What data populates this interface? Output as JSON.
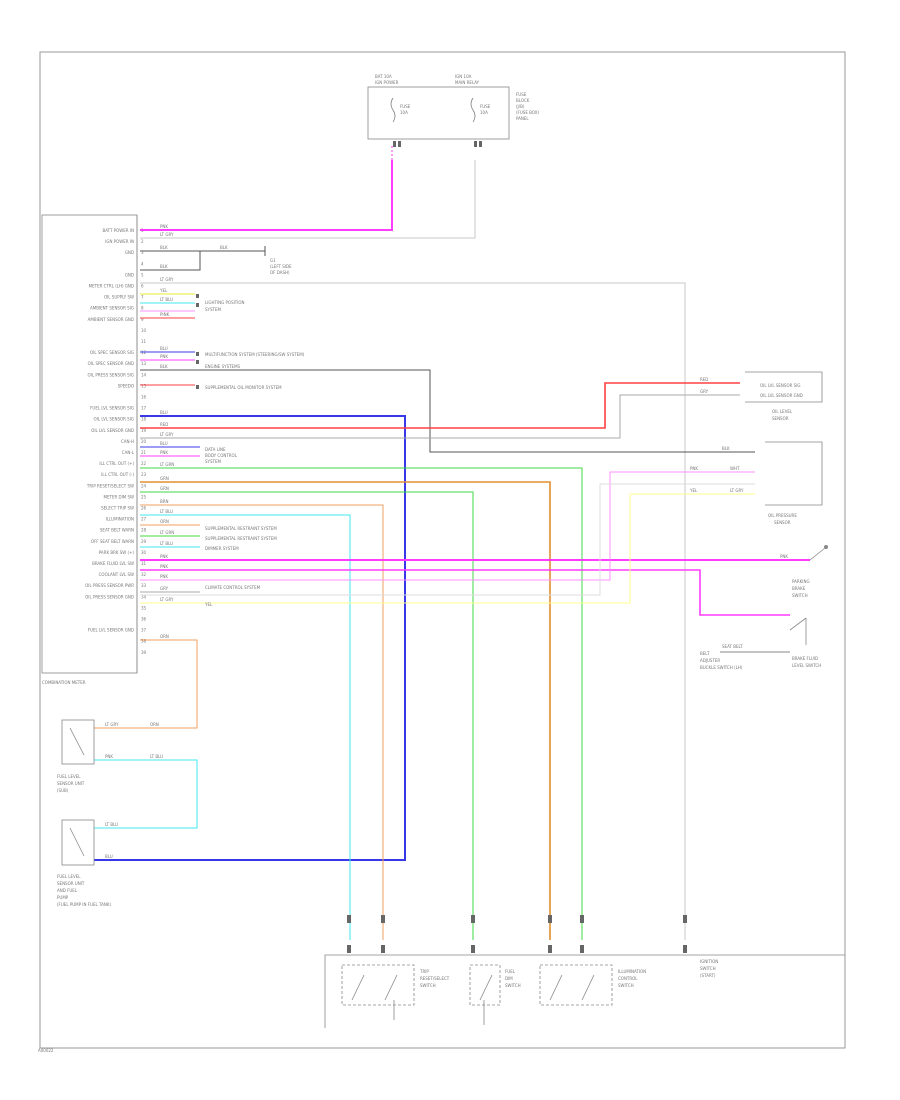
{
  "fuse_block": {
    "fuse_left_header": "BAT 10A",
    "fuse_left_sub": "IGN POWER",
    "fuse_right_header": "IGN 10A",
    "fuse_right_sub": "MAIN RELAY",
    "fuse_left_label": "FUSE",
    "fuse_left_amps": "10A",
    "fuse_right_label": "FUSE",
    "fuse_right_amps": "10A",
    "side_label": [
      "FUSE",
      "BLOCK",
      "(J/B)",
      "(FUSE BOX)",
      "PANEL"
    ]
  },
  "combination_meter": {
    "label": "COMBINATION METER",
    "pins": [
      "BATT POWER IN",
      "IGN POWER IN",
      "GND",
      "",
      "GND",
      "METER CTRL (LH) GND",
      "OIL SUPPLY SW",
      "AMBIENT SENSOR SIG",
      "AMBIENT SENSOR GND",
      "",
      "",
      "OIL SPEC SENSOR SIG",
      "OIL SPEC SENSOR GND",
      "OIL PRESS SENSOR SIG",
      "SPEEDO",
      "",
      "FUEL LVL SENSOR SIG",
      "OIL LVL SENSOR SIG",
      "OIL LVL SENSOR GND",
      "CAN-H",
      "CAN-L",
      "ILL CTRL OUT (+)",
      "ILL CTRL OUT (-)",
      "TRIP RESET/SELECT SW",
      "METER DIM SW",
      "SELECT TRIP SW",
      "ILLUMINATION",
      "SEAT BELT WARN",
      "OFF SEAT BELT WARN",
      "PARK BRK SW (+)",
      "BRAKE FLUID LVL SW",
      "COOLANT LVL SW",
      "OIL PRESS SENSOR PWR",
      "OIL PRESS SENSOR GND",
      "",
      "",
      "FUEL LVL SENSOR GND",
      "",
      ""
    ]
  },
  "wire_colors": {
    "pink": "#ff3cff",
    "gray": "#c8c8c8",
    "black": "#555555",
    "yellow": "#e8e830",
    "cyan": "#40e8f0",
    "blue": "#3838e8",
    "red": "#ff4040",
    "green": "#40d840",
    "orange": "#f0a060",
    "light_pink": "#ff90ff",
    "light_yellow": "#ffff90",
    "dark_orange": "#e09030"
  },
  "wire_labels": {
    "batt": "PNK",
    "ign": "LT GRY",
    "gnd": "BLK",
    "gnd2": "BLK",
    "gnd_short": "BLK",
    "ctrl": "LT GRY",
    "oil_sup": "YEL",
    "amb": "LT BLU",
    "amb_gnd": "PINK",
    "oil_spec1": "BLU",
    "oil_spec2": "PNK",
    "oil_press": "BLK",
    "fuel": "BLU",
    "oil_lvl_sig": "RED",
    "oil_lvl_gnd": "LT GRY",
    "can_h": "BLU",
    "can_l": "PNK",
    "ill_p": "LT GRN",
    "ill_m": "GRN",
    "trip": "GRN",
    "dim": "BRN",
    "sel": "LT BLU",
    "ill": "ORN",
    "belt": "LT GRN",
    "belt2": "LT BLU",
    "park": "PNK",
    "brake": "PNK",
    "cool": "PNK",
    "press_pwr": "GRY",
    "press_gnd": "LT GRY",
    "fuel_gnd": "ORN",
    "oil_lvl_a": "RED",
    "oil_lvl_b": "GRY",
    "press_a": "BLK",
    "press_b": "PNK",
    "press_c": "YEL",
    "wht": "WHT",
    "lt_gry": "LT GRY",
    "lt_grn_y": "YEL",
    "ign_sw": "LT GRY",
    "park_sw": "PNK",
    "fs1_a": "LT GRY",
    "fs1_b": "ORN",
    "fs2_a": "PNK",
    "fs2_b": "LT BLU",
    "fs3_a": "LT BLU",
    "fs3_b": "BLU",
    "bus": "WHT"
  },
  "connector_notes": {
    "gnd_note": [
      "G1",
      "(LEFT SIDE",
      "OF DASH)"
    ],
    "ill_sys": [
      "LIGHTING POSITION",
      "SYSTEM"
    ],
    "oil_spec_sys": "MULTIFUNCTION SYSTEM (STEERING/SW SYSTEM)",
    "oil_spec2_sys": "ENGINE SYSTEMS",
    "press_sys": "SUPPLEMENTAL OIL MONITOR SYSTEM",
    "can_sys": [
      "DATA LINE",
      "BODY CONTROL",
      "SYSTEM"
    ],
    "ill_p_sys": "SUPPLEMENTAL RESTRAINT SYSTEM",
    "dim_sys": "SUPPLEMENTAL RESTRAINT SYSTEM",
    "sel_sys": "DIMMER SYSTEM",
    "park_sys": "CLIMATE CONTROL SYSTEM"
  },
  "oil_level_sensor": {
    "pin1": "OIL LVL SENSOR SIG",
    "pin2": "OIL LVL SENSOR GND",
    "label": [
      "OIL LEVEL",
      "SENSOR"
    ]
  },
  "oil_pressure_sensor": {
    "label": [
      "OIL PRESSURE",
      "SENSOR"
    ]
  },
  "parking_switch": {
    "label": [
      "PARKING",
      "BRAKE",
      "SWITCH"
    ]
  },
  "brake_fluid_switch": {
    "label": [
      "BRAKE FLUID",
      "LEVEL SWITCH"
    ],
    "note": [
      "BELT",
      "ADJUSTER",
      "SWITCH"
    ],
    "ref": "SEAT BELT",
    "ref2": "BUCKLE SWITCH (LH)"
  },
  "fuel_sender_1": {
    "label": [
      "FUEL LEVEL",
      "SENSOR UNIT",
      "(SUB)"
    ]
  },
  "fuel_sender_2": {
    "label": [
      "FUEL LEVEL",
      "SENSOR UNIT",
      "AND FUEL",
      "PUMP",
      "(FUEL PUMP IN FUEL TANK)"
    ]
  },
  "bottom_switches": {
    "trip": [
      "TRIP",
      "RESET/SELECT",
      "SWITCH"
    ],
    "meter": [
      "FUEL",
      "DIM",
      "SWITCH"
    ],
    "ill": [
      "ILLUMINATION",
      "CONTROL",
      "SWITCH"
    ],
    "ignition": [
      "IGNITION",
      "SWITCH",
      "(START)"
    ]
  },
  "footer": {
    "id": "A00022"
  }
}
